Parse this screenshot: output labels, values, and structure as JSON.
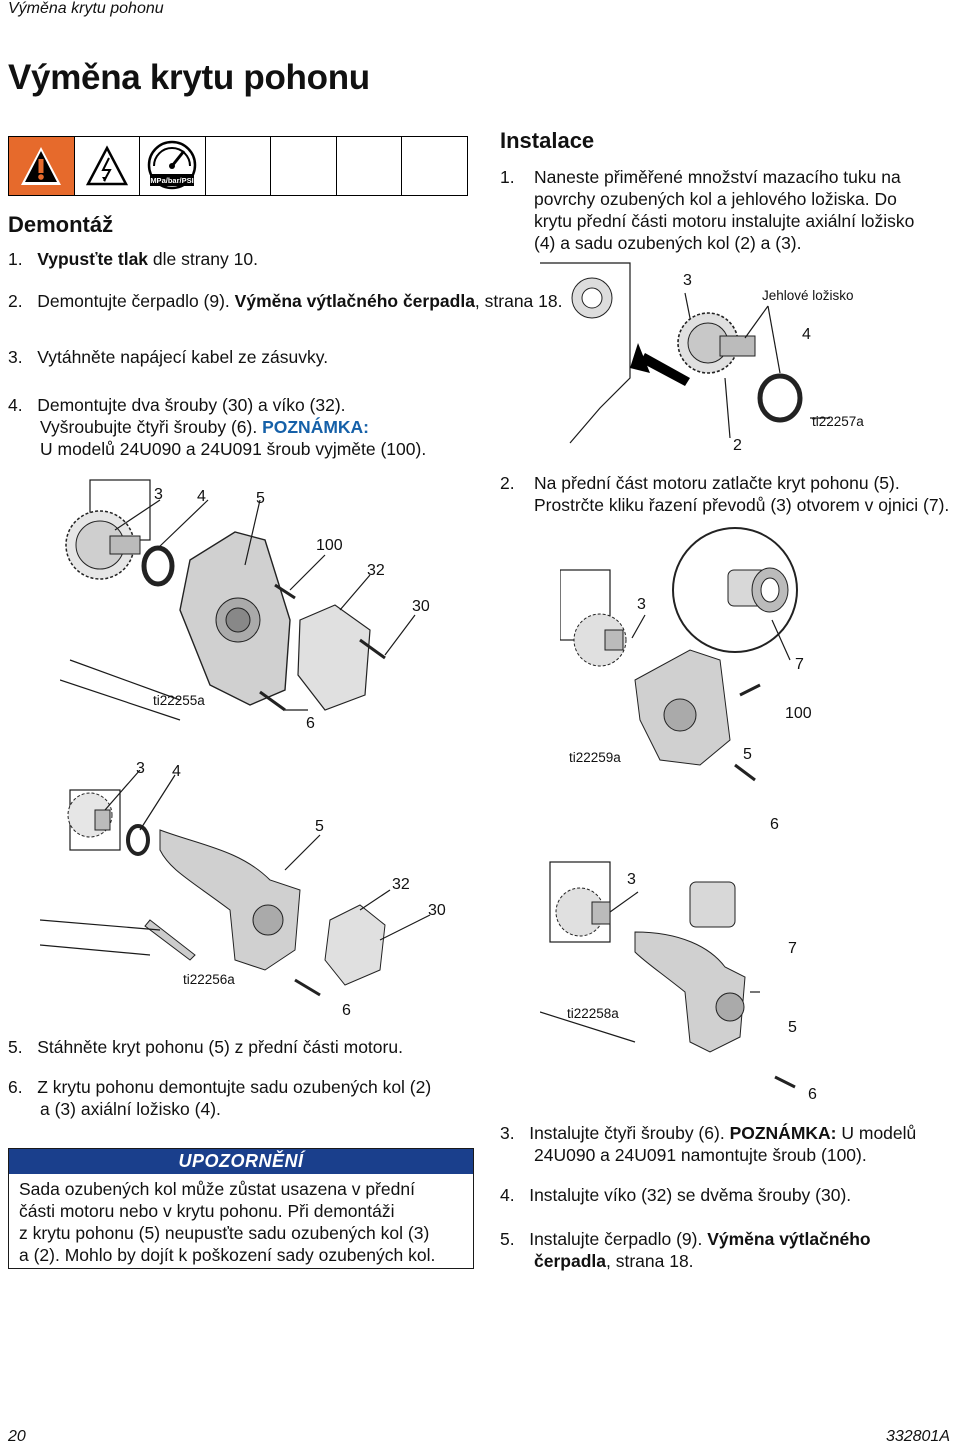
{
  "page": {
    "header": "Výměna krytu pohonu",
    "title": "Výměna krytu pohonu",
    "page_number": "20",
    "doc_number": "332801A"
  },
  "icons": [
    "warning-triangle-icon",
    "electric-shock-icon",
    "pressure-gauge-icon"
  ],
  "icon_text": "MPa/bar/PSI",
  "removal": {
    "heading": "Demontáž",
    "s1_num": "1.",
    "s1_bold": "Vypusťte tlak",
    "s1_rest": " dle strany 10.",
    "s2_num": "2.",
    "s2_text": "Demontujte čerpadlo (9). ",
    "s2_bold": "Výměna výtlačného čerpadla",
    "s2_rest": ", strana 18.",
    "s3_num": "3.",
    "s3_text": "Vytáhněte napájecí kabel ze zásuvky.",
    "s4_num": "4.",
    "s4_l1": "Demontujte dva šrouby (30) a víko (32).",
    "s4_l2": "Vyšroubujte čtyři šrouby (6). ",
    "s4_note": "POZNÁMKA:",
    "s4_l3": "U modelů 24U090 a 24U091 šroub vyjměte (100).",
    "s5_num": "5.",
    "s5_text": "Stáhněte kryt pohonu (5) z přední části motoru.",
    "s6_num": "6.",
    "s6_l1": "Z krytu pohonu demontujte sadu ozubených kol (2)",
    "s6_l2": "a (3) axiální ložisko (4)."
  },
  "notice": {
    "heading": "UPOZORNĚNÍ",
    "lines": [
      "Sada ozubených kol může zůstat usazena v přední",
      "části motoru nebo v krytu pohonu. Při demontáži",
      "z krytu pohonu (5) neupusťte sadu ozubených kol (3)",
      "a (2). Mohlo by dojít k poškození sady ozubených kol."
    ]
  },
  "install": {
    "heading": "Instalace",
    "s1_num": "1.",
    "s1_lines": [
      "Naneste přiměřené množství mazacího tuku na",
      "povrchy ozubených kol a jehlového ložiska. Do",
      "krytu přední části motoru instalujte axiální ložisko",
      "(4) a sadu ozubených kol (2) a (3)."
    ],
    "s2_num": "2.",
    "s2_lines": [
      "Na přední část motoru zatlačte kryt pohonu (5).",
      "Prostrčte kliku řazení převodů (3) otvorem v ojnici (7)."
    ],
    "s3_num": "3.",
    "s3_text": "Instalujte čtyři šrouby (6). ",
    "s3_note": "POZNÁMKA:",
    "s3_rest": " U modelů",
    "s3_l2": "24U090 a 24U091 namontujte šroub (100).",
    "s4_num": "4.",
    "s4_text": "Instalujte víko (32) se dvěma šrouby (30).",
    "s5_num": "5.",
    "s5_text": "Instalujte čerpadlo (9). ",
    "s5_bold": "Výměna výtlačného",
    "s5_bold2": "čerpadla",
    "s5_rest": ", strana 18."
  },
  "fig1": {
    "c3": "3",
    "c4": "4",
    "c5": "5",
    "c100": "100",
    "c32": "32",
    "c30": "30",
    "c6": "6",
    "id": "ti22255a"
  },
  "fig2": {
    "c3": "3",
    "c4": "4",
    "c5": "5",
    "c32": "32",
    "c30": "30",
    "c6": "6",
    "id": "ti22256a"
  },
  "fig3": {
    "c3": "3",
    "needle": "Jehlové ložisko",
    "c4": "4",
    "c2": "2",
    "id": "ti22257a"
  },
  "fig4": {
    "c3": "3",
    "c7": "7",
    "c100": "100",
    "c5": "5",
    "c6": "6",
    "id": "ti22259a"
  },
  "fig5": {
    "c3": "3",
    "c7": "7",
    "c5": "5",
    "c6": "6",
    "id": "ti22258a"
  }
}
